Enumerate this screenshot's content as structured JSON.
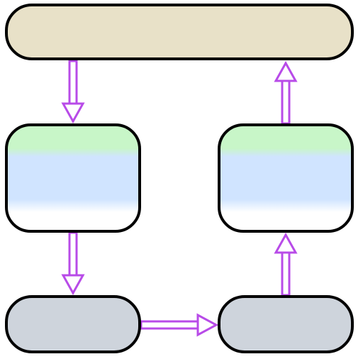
{
  "diagram": {
    "nodes": [
      {
        "id": "top-bar",
        "label": ""
      },
      {
        "id": "left-middle",
        "label": ""
      },
      {
        "id": "right-middle",
        "label": ""
      },
      {
        "id": "left-bottom",
        "label": ""
      },
      {
        "id": "right-bottom",
        "label": ""
      }
    ],
    "edges": [
      {
        "from": "top-bar",
        "to": "left-middle"
      },
      {
        "from": "left-middle",
        "to": "left-bottom"
      },
      {
        "from": "left-bottom",
        "to": "right-bottom"
      },
      {
        "from": "right-bottom",
        "to": "right-middle"
      },
      {
        "from": "right-middle",
        "to": "top-bar"
      }
    ],
    "colors": {
      "outline": "#000000",
      "arrow": "#b84be8",
      "top_bar_fill": "#e8e1c8",
      "bottom_fill": "#ced4dc",
      "gradient_top": "#c8f6c8",
      "gradient_mid": "#d0e4ff",
      "gradient_bottom": "#ffffff"
    }
  }
}
